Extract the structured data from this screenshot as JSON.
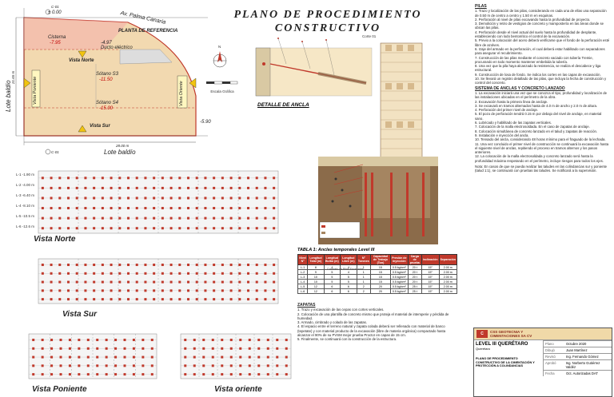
{
  "title": {
    "line1": "PLANO DE PROCEDIMIENTO",
    "line2": "CONSTRUCTIVO"
  },
  "site_plan": {
    "heading": "PLANTA DE REFERENCIA",
    "street": "Av. Palma Canaria",
    "lote_left": "Lote baldío",
    "lote_bottom": "Lote baldío",
    "dim_width": "28.00 m",
    "dim_height": "21.65 m",
    "level_top": "± 0.00",
    "cisterna": "Cisterna",
    "cisterna_level": "-7.95",
    "ducto": "-4.97",
    "ducto_label": "Ducto eléctrico",
    "vista_norte": "Vista Norte",
    "sotano_s3": "Sótano S3",
    "s3_level": "-11.50",
    "sotano_s4": "Sótano S4",
    "s4_level": "-15.00",
    "vista_sur": "Vista Sur",
    "vista_poniente": "Vista Poniente",
    "vista_oriente": "Vista Oriente",
    "side_level": "-5.90",
    "axis_c01": "C-01",
    "scale": "Escala Gráfica",
    "north": "N"
  },
  "detalle": {
    "label": "DETALLE DE ANCLA",
    "corte": "Corte 01"
  },
  "elevations": {
    "norte": "Vista Norte",
    "sur": "Vista Sur",
    "poniente": "Vista Poniente",
    "oriente": "Vista oriente",
    "levels": [
      "L-1 -1.90 m",
      "L-2 -4.00 m",
      "L-3 -6.40 m",
      "L-4 -8.10 m",
      "L-5 -10.5 m",
      "L-6 -12.6 m"
    ]
  },
  "section_legend": [
    "Sistema de Anclaje Lanzado",
    "Concreto de Pilas Excavadas"
  ],
  "table": {
    "caption": "TABLA 1: Anclas temporales Level III",
    "headers": [
      "Nivel Nº",
      "Longitud Total (m)",
      "Longitud Bulbo (m)",
      "Longitud Libre (m)",
      "Nº Torones",
      "Capacidad de Trabajo (Ton)",
      "Presión de inyección",
      "Carga de prueba",
      "Inclinación",
      "Separación"
    ],
    "rows": [
      [
        "L-1",
        "8",
        "4",
        "4",
        "1",
        "15",
        "0.5 kg/cm²",
        "20 t",
        "15°",
        "2.00 m"
      ],
      [
        "L-2",
        "9",
        "5",
        "4",
        "1",
        "15",
        "0.5 kg/cm²",
        "20 t",
        "15°",
        "2.00 m"
      ],
      [
        "L-3",
        "10",
        "5",
        "5",
        "1",
        "15",
        "0.5 kg/cm²",
        "20 t",
        "15°",
        "2.00 m"
      ],
      [
        "L-4",
        "10",
        "5",
        "5",
        "1",
        "15",
        "0.5 kg/cm²",
        "20 t",
        "15°",
        "2.00 m"
      ],
      [
        "L-5",
        "12",
        "6",
        "6",
        "2",
        "20",
        "0.5 kg/cm²",
        "25 t",
        "15°",
        "2.00 m"
      ],
      [
        "L-6",
        "12",
        "6",
        "6",
        "2",
        "20",
        "0.5 kg/cm²",
        "25 t",
        "15°",
        "2.00 m"
      ]
    ]
  },
  "zapatas": {
    "heading": "ZAPATAS",
    "items": [
      "1. Trazo y excavación de las cepas con cortes verticales.",
      "2. Colocación de una plantilla de concreto mismo que proteja el material de intemperie y pérdida de humedad.",
      "3. Armado, cimbrado y colado de las zapatas.",
      "4. El espacio entre el terreno natural y zapata colada deberá ser rellenado con material de banco (tepetate) y con material producto de la excavación (libre de materia orgánica) compactado hasta alcanzar el 90% de su PVSM mejor prueba Proctor en capas de 15 cm.",
      "5. Finalmente, se continuará con la construcción de la estructura."
    ]
  },
  "notes": {
    "pilas_heading": "PILAS",
    "pilas": [
      "1. Trazo y localización de las pilas, considerando en cada una de ellas una separación de 0.50 m de centro a centro y 1.50 m en esquinas.",
      "2. Perforación al nivel de pilas excavando hasta la profundidad de proyecto.",
      "3. Demolición y retiro de vestigios de concreto y mampostería en las áreas donde se ubican las pilas.",
      "4. Perforación desde el nivel actual del suelo hasta la profundidad de desplante, estableciendo con lodo bentonítico el control de la excavación.",
      "5. Previo a la colocación del acero deberá verificarse que el fondo de la perforación esté libre de azolves.",
      "6. Izaje del armado en la perforación, el cual deberá estar habilitado con separadores para asegurar el recubrimiento.",
      "7. Construcción de las pilas mediante el concreto vaciado con tubería Tremie, procurando en todo momento mantener embebida la tubería.",
      "8. Una vez que la pila haya alcanzado la resistencia, se realiza el descabece y liga estructural.",
      "9. Construcción de losa de fondo. Se indica los cortes en las capas de excavación.",
      "10. Se llevará un registro detallado de las pilas, que incluya la fecha de construcción y control del concreto."
    ],
    "anclas_heading": "SISTEMA DE ANCLAS Y CONCRETO LANZADO",
    "anclas": [
      "1. La excavación iniciará una vez que se conozca el tipo, profundidad y localización de las instalaciones ubicadas en el perímetro de la obra.",
      "2. Excavación hasta la primera línea de anclaje.",
      "3. Se excavará en tramos alternados hasta de 4.0 m de ancho y 2.0 m de altura.",
      "4. Perforación del primer nivel de anclaje.",
      "5. El pozo de perforación tendrá 0.15 m por debajo del nivel de anclaje, en material sano.",
      "6. Lubricado y habilitado de las zapatas verticales.",
      "7. Colocación de la malla electrosoldada. En el caso de zapatas de anclaje.",
      "8. Colocación simultánea de concreto lanzado en el talud y zapatas de reacción.",
      "9. Instalación e inyección del ancla.",
      "10. Tensado del ancla, considerando 48 horas mínimo para el fraguado de la lechada.",
      "11. Una vez concluido el primer nivel de construcción se continuará la excavación hasta el siguiente nivel de anclas, repitiendo el proceso en tramos alternos y los pasos anteriores.",
      "12. La colocación de la malla electrosoldada y concreto lanzado será hasta la profundidad máxima respetando en el perímetro, incluye riesgos para todos los ejes."
    ],
    "nota": "Nota: En casos de que se pueda realizar las taludes en las colindancias sur y poniente (talud 1:1), se continuará con pruebas las taludes. Se notificará a la supervisión."
  },
  "title_block": {
    "company": "CSS GEOTECNIA Y CIMENTACIONES SA CV",
    "project": "LEVEL III QUERÉTARO",
    "location": "Querétaro",
    "drawing": "PLANO DE PROCEDIMIENTO CONSTRUCTIVO DE LA CIMENTACIÓN Y PROTECCIÓN A COLINDANCIAS",
    "fields": [
      {
        "label": "Plano",
        "value": "Octubre 2020"
      },
      {
        "label": "Dibujó",
        "value": "Juan Martínez"
      },
      {
        "label": "Revisó",
        "value": "Ing. Fernando Gómez"
      },
      {
        "label": "Aprobó",
        "value": "Ing. Norberto Gutiérrez Valdéz"
      },
      {
        "label": "Fecha",
        "value": "Oct. Autorizadas DAT"
      }
    ]
  },
  "colors": {
    "red": "#c0392b",
    "tan": "#f2d9b0",
    "soil": "#8b6b4a",
    "concrete": "#d9c9a3"
  }
}
